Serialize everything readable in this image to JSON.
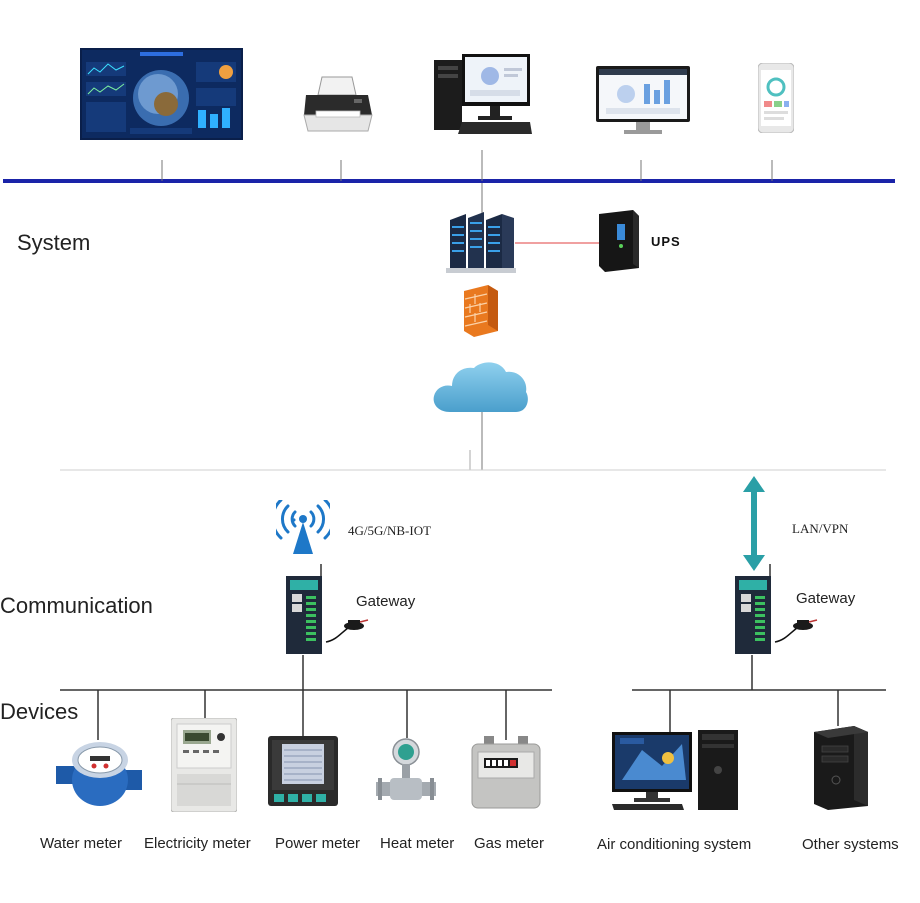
{
  "layers": {
    "system": "System",
    "communication": "Communication",
    "devices": "Devices"
  },
  "system": {
    "ups_label": "UPS"
  },
  "communication": {
    "wireless_label": "4G/5G/NB-IOT",
    "lan_label": "LAN/VPN",
    "gateway_left_label": "Gateway",
    "gateway_right_label": "Gateway"
  },
  "devices": {
    "water_meter": "Water meter",
    "electricity_meter": "Electricity meter",
    "power_meter": "Power meter",
    "heat_meter": "Heat meter",
    "gas_meter": "Gas meter",
    "air_conditioning": "Air conditioning system",
    "other_systems": "Other systems"
  },
  "colors": {
    "bus_blue": "#1a23a8",
    "arrow_teal": "#2a9fa6",
    "cloud_blue": "#5fb2d8",
    "firewall_orange": "#e9791f",
    "ups_link_red": "#e04040"
  }
}
